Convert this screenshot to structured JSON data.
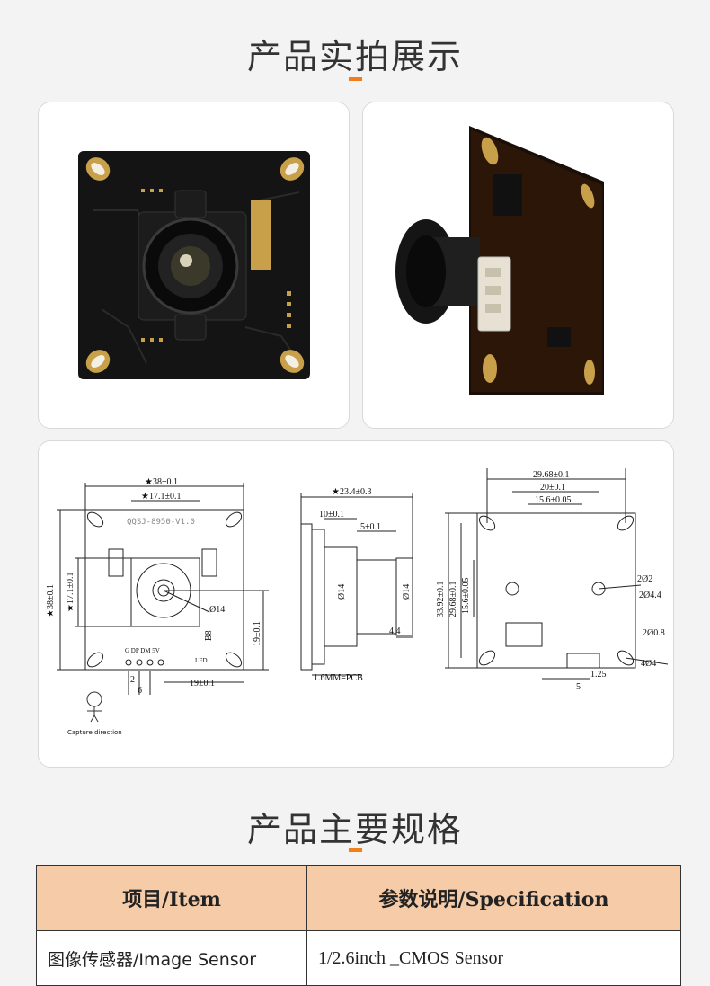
{
  "section1": {
    "title": "产品实拍展示"
  },
  "drawings": {
    "front": {
      "dim_top": "★38±0.1",
      "dim_sub": "★17.1±0.1",
      "dim_left": "★38±0.1",
      "dim_left2": "★17.1±0.1",
      "board_label": "QQSJ-8950-V1.0",
      "pins": "G DP DM 5V",
      "dim_19v": "19±0.1",
      "dim_19h": "19±0.1",
      "phi": "Ø14",
      "b8": "B8",
      "d2": "2",
      "d6": "6",
      "led": "LED",
      "capture": "Capture direction"
    },
    "side": {
      "dim_top": "★23.4±0.3",
      "dim_10": "10±0.1",
      "dim_5": "5±0.1",
      "phi_a": "Ø14",
      "phi_b": "Ø14",
      "dim_44": "4.4",
      "pcb": "1.6MM=PCB"
    },
    "back": {
      "dim_2968": "29.68±0.1",
      "dim_20": "20±0.1",
      "dim_156": "15.6±0.05",
      "dim_3392": "33.92±0.1",
      "dim_2968v": "29.68±0.1",
      "dim_156v": "15.6±0.05",
      "c1": "2Ø2",
      "c2": "2Ø4.4",
      "c3": "2Ø0.8",
      "c4": "4Ø4",
      "d125": "1.25",
      "d5": "5"
    }
  },
  "section2": {
    "title": "产品主要规格"
  },
  "spec_table": {
    "header_item": "项目/Item",
    "header_spec": "参数说明/Specification",
    "rows": [
      {
        "item": "图像传感器/Image Sensor",
        "value": "1/2.6inch _CMOS Sensor"
      }
    ]
  }
}
